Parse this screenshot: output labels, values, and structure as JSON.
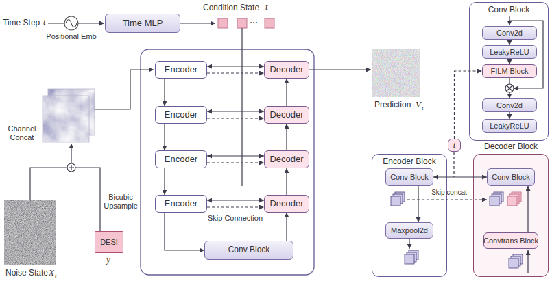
{
  "diagram": {
    "nodes": [
      {
        "text": [
          "Time MLP"
        ]
      },
      {
        "text": [
          "Encoder"
        ]
      },
      {
        "text": [
          "Encoder"
        ]
      },
      {
        "text": [
          "Encoder"
        ]
      },
      {
        "text": [
          "Encoder"
        ]
      },
      {
        "text": [
          "Decoder"
        ]
      },
      {
        "text": [
          "Decoder"
        ]
      },
      {
        "text": [
          "Decoder"
        ]
      },
      {
        "text": [
          "Decoder"
        ]
      },
      {
        "text": [
          "Conv Block"
        ]
      },
      {
        "text": [
          "DESI"
        ]
      },
      {
        "text": [
          "Conv Block"
        ]
      },
      {
        "text": [
          "Conv2d"
        ],
        "in": 11
      },
      {
        "text": [
          "LeakyReLU"
        ],
        "in": 11
      },
      {
        "text": [
          "FILM Block"
        ],
        "in": 11
      },
      {
        "text": [
          "Conv2d"
        ],
        "in": 11
      },
      {
        "text": [
          "LeakyReLU"
        ],
        "in": 11
      },
      {
        "text": [
          "Encoder Block"
        ]
      },
      {
        "text": [
          "Conv Block"
        ],
        "in": 17
      },
      {
        "text": [
          "Maxpool2d"
        ],
        "in": 17
      },
      {
        "text": [
          "t"
        ]
      },
      {
        "text": [
          "Decoder Block"
        ]
      },
      {
        "text": [
          "Conv Block"
        ],
        "in": 21
      },
      {
        "text": [
          "Convtrans Block"
        ],
        "in": 21
      }
    ],
    "edges": [
      {
        "from": 1,
        "to": 2,
        "arrow": "to"
      },
      {
        "from": 2,
        "to": 3,
        "arrow": "to"
      },
      {
        "from": 3,
        "to": 4,
        "arrow": "to"
      },
      {
        "from": 4,
        "to": 9,
        "arrow": "to"
      },
      {
        "from": 9,
        "to": 8,
        "arrow": "to"
      },
      {
        "from": 8,
        "to": 7,
        "arrow": "to"
      },
      {
        "from": 7,
        "to": 6,
        "arrow": "to"
      },
      {
        "from": 6,
        "to": 5,
        "arrow": "to"
      },
      {
        "from": 1,
        "to": 5,
        "arrow": "both"
      },
      {
        "from": 1,
        "to": 5,
        "arrow": "to"
      },
      {
        "from": 2,
        "to": 6,
        "arrow": "both"
      },
      {
        "from": 2,
        "to": 6,
        "arrow": "to"
      },
      {
        "from": 3,
        "to": 7,
        "arrow": "both"
      },
      {
        "from": 3,
        "to": 7,
        "arrow": "to"
      },
      {
        "from": 4,
        "to": 8,
        "arrow": "both"
      },
      {
        "from": 4,
        "to": 8,
        "arrow": "to"
      },
      {
        "from": 12,
        "to": 13,
        "arrow": "to"
      },
      {
        "from": 13,
        "to": 14,
        "arrow": "to"
      },
      {
        "from": 14,
        "to": 15,
        "arrow": "to"
      },
      {
        "from": 15,
        "to": 16,
        "arrow": "to"
      },
      {
        "from": 20,
        "to": 14,
        "arrow": "to"
      },
      {
        "from": 18,
        "to": 19,
        "arrow": "to"
      },
      {
        "from": 18,
        "to": 22,
        "arrow": "both"
      },
      {
        "from": 23,
        "to": 22,
        "arrow": "to"
      }
    ],
    "labels": [
      "Time Step",
      "t",
      "Positional Emb",
      "Condition State",
      "t",
      "···",
      "Channel Concat",
      "Bicubic Upsample",
      "Noise State",
      "X",
      "t",
      "y",
      "Skip Connection",
      "Prediction",
      "V",
      "t",
      "Skip concat"
    ]
  }
}
